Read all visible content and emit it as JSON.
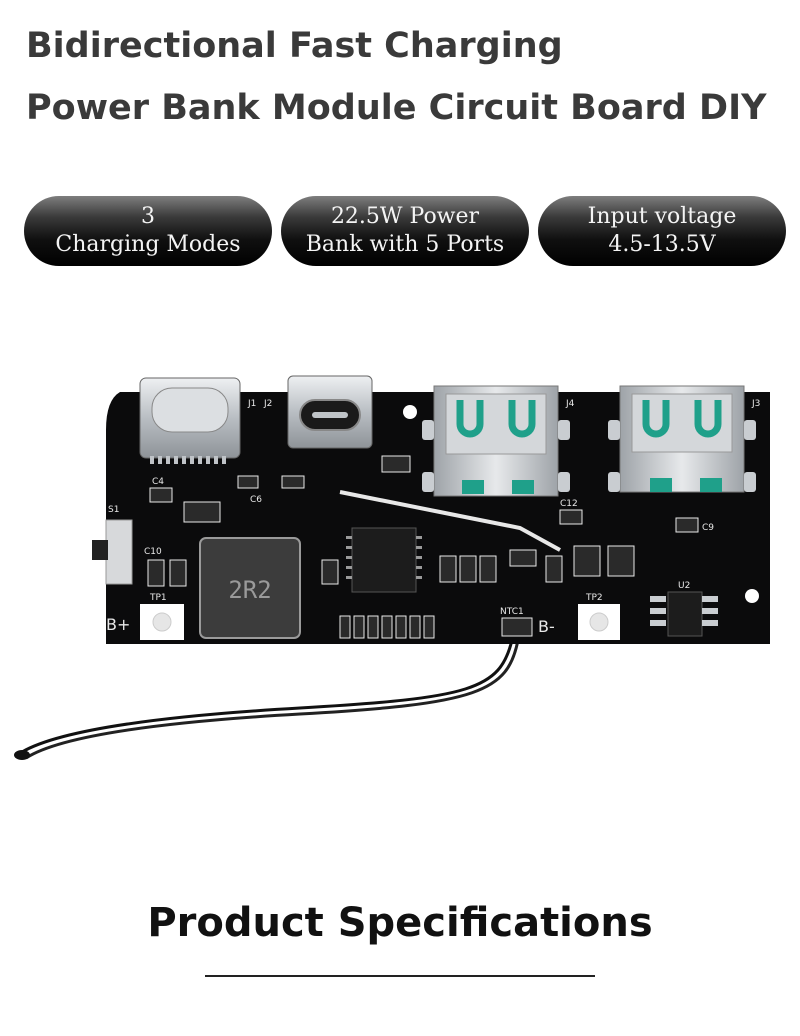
{
  "header": {
    "title_line1": "Bidirectional Fast Charging",
    "title_line2": "Power Bank Module Circuit Board DIY"
  },
  "badges": [
    {
      "line1": "3",
      "line2": "Charging Modes"
    },
    {
      "line1": "22.5W Power",
      "line2": "Bank with 5 Ports"
    },
    {
      "line1": "Input voltage",
      "line2": "4.5-13.5V"
    }
  ],
  "board": {
    "silkscreen": {
      "j1": "J1",
      "j2": "J2",
      "j3": "J3",
      "j4": "J4",
      "s1": "S1",
      "inductor": "2R2",
      "b_plus": "B+",
      "b_minus": "B-",
      "tp1": "TP1",
      "tp2": "TP2",
      "ntc": "NTC1",
      "u2": "U2",
      "c4": "C4",
      "c6": "C6",
      "c12": "C12",
      "c9": "C9",
      "c10": "C10"
    },
    "colors": {
      "pcb": "#0b0b0c",
      "silk": "#e8e8e8",
      "metal": "#c9cdd1",
      "pad": "#1fa08a"
    }
  },
  "specs": {
    "title": "Product Specifications"
  }
}
